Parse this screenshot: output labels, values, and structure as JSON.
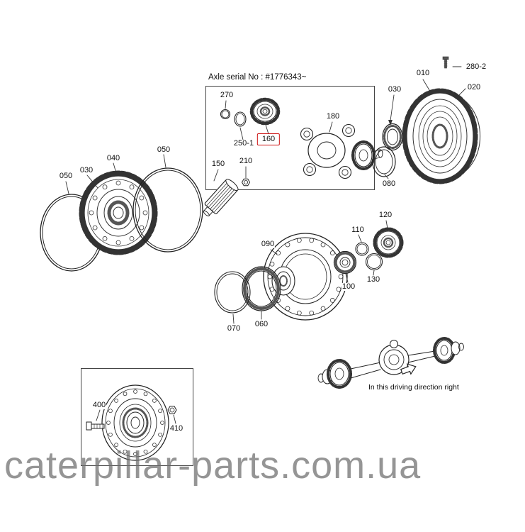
{
  "diagram": {
    "serial_note": "Axle serial No : #1776343~",
    "direction_note": "In this driving direction right",
    "watermark": "caterpillar-parts.com.ua",
    "highlight_color": "#cc1111",
    "highlighted_part": "160",
    "labels": {
      "p010": "010",
      "p020": "020",
      "p030_top": "030",
      "p030_left": "030",
      "p040": "040",
      "p050_left": "050",
      "p050_right": "050",
      "p060": "060",
      "p070": "070",
      "p080": "080",
      "p090": "090",
      "p100": "100",
      "p110": "110",
      "p120": "120",
      "p130": "130",
      "p150": "150",
      "p160": "160",
      "p180": "180",
      "p210": "210",
      "p250_1": "250-1",
      "p270": "270",
      "p280_2": "280-2",
      "p400": "400",
      "p410": "410"
    }
  }
}
